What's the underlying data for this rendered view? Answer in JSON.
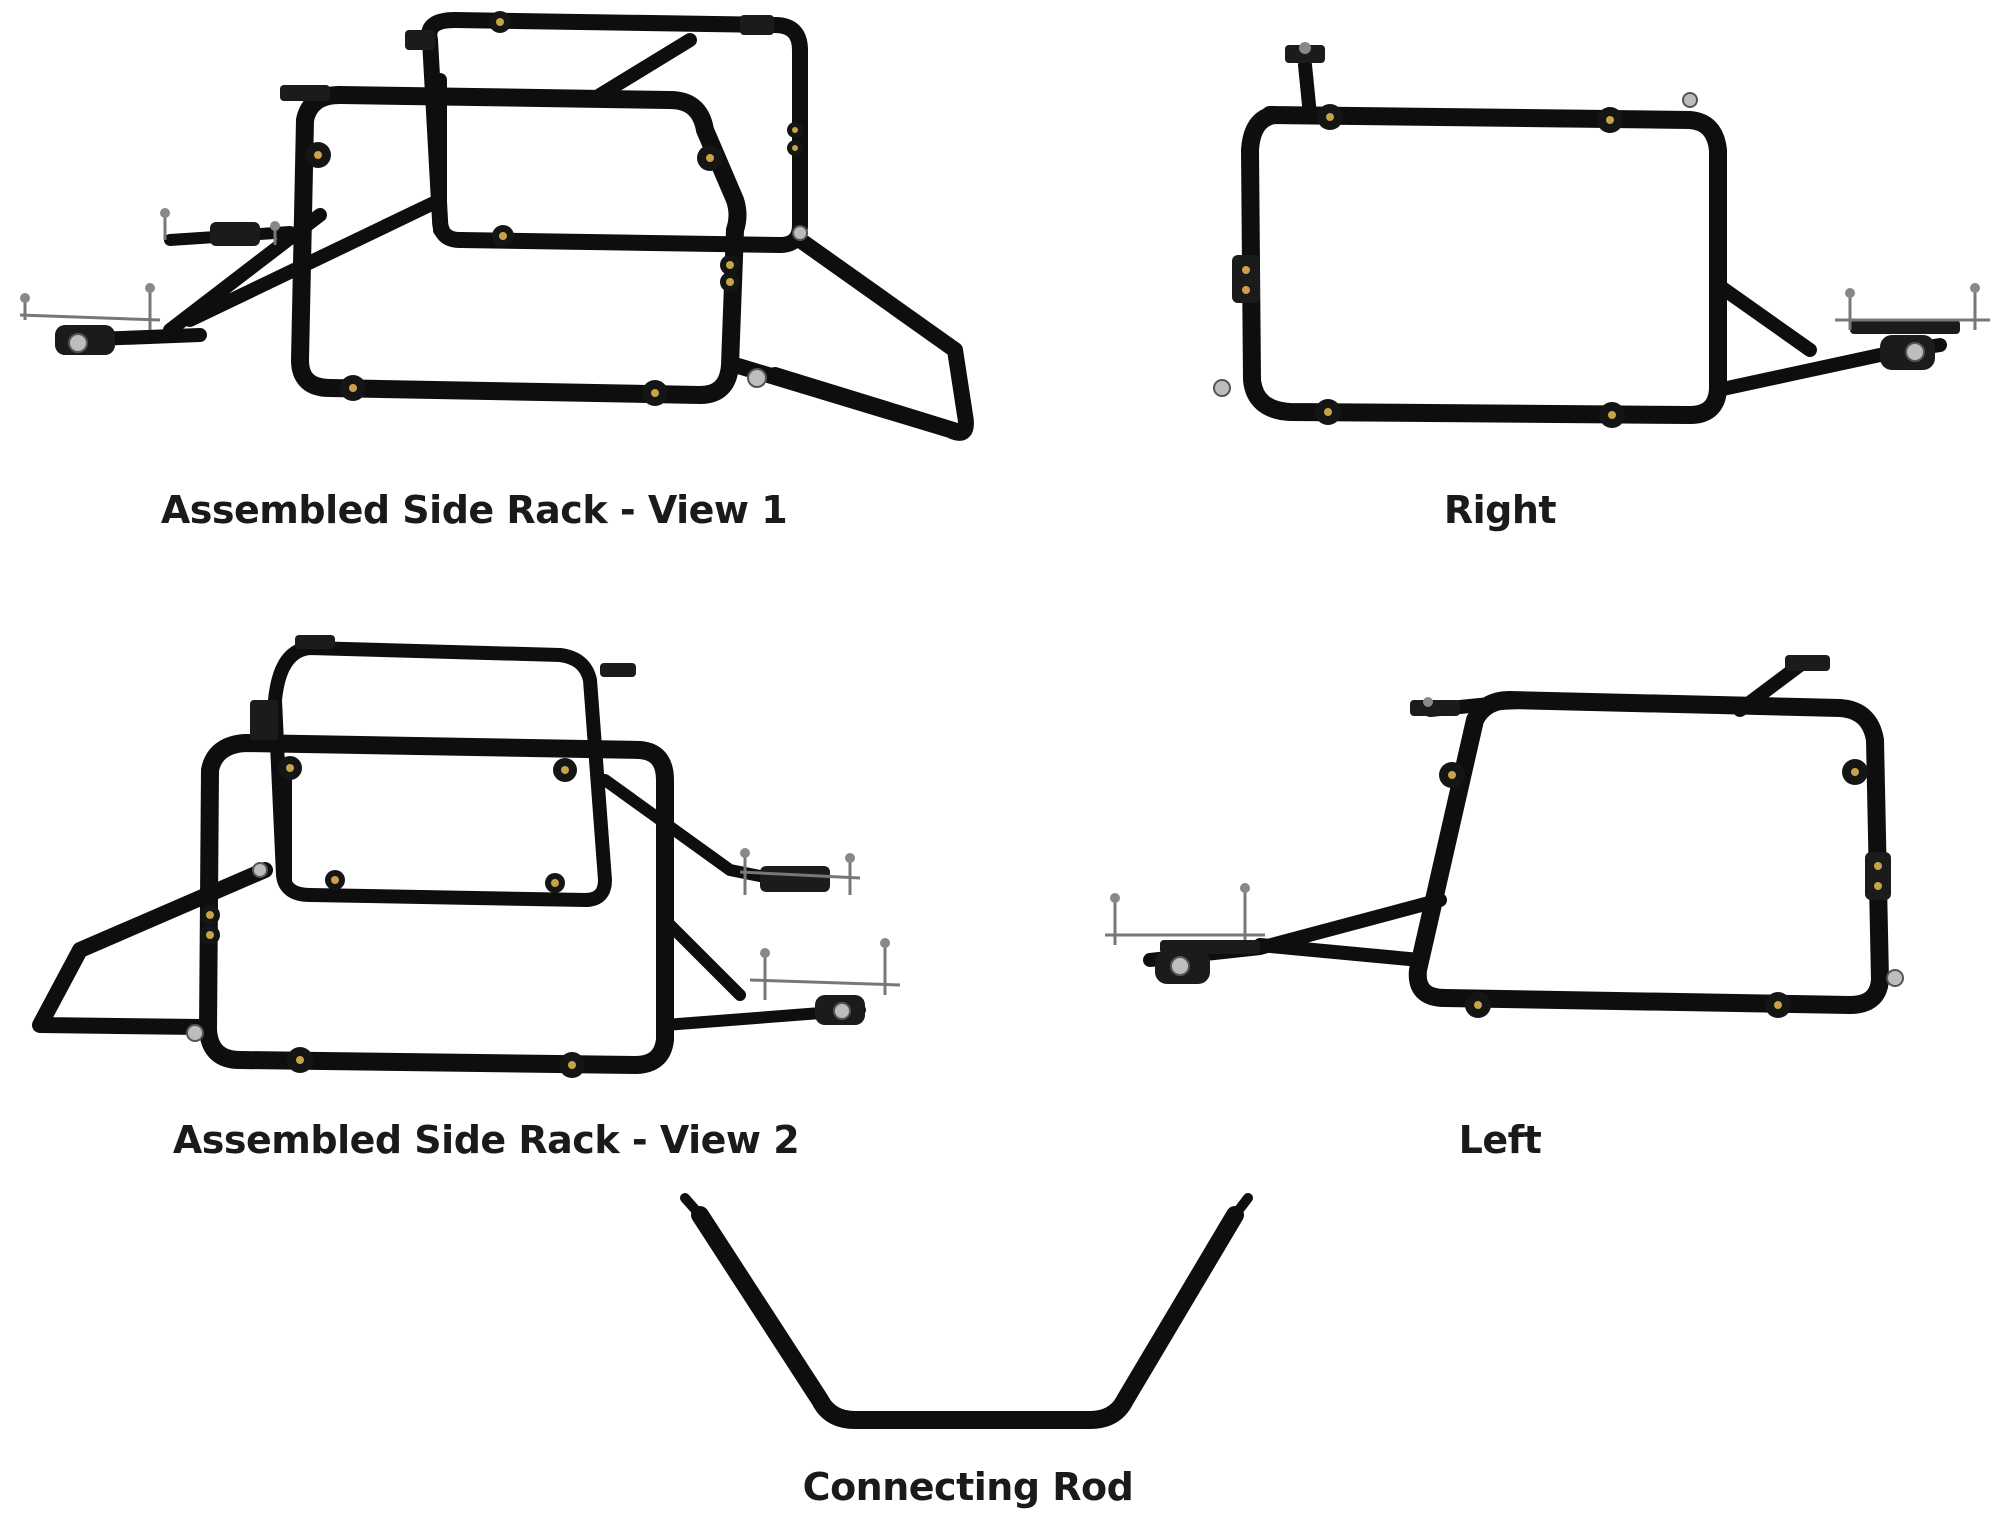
{
  "panels": {
    "view1": {
      "caption": "Assembled Side Rack - View 1"
    },
    "right": {
      "caption": "Right"
    },
    "view2": {
      "caption": "Assembled Side Rack - View 2"
    },
    "left": {
      "caption": "Left"
    },
    "rod": {
      "caption": "Connecting Rod"
    }
  },
  "colors": {
    "background": "#ffffff",
    "tube": "#0e0e0e",
    "caption_text": "#1a1a1a",
    "bolt_accent": "#c9a24a"
  }
}
